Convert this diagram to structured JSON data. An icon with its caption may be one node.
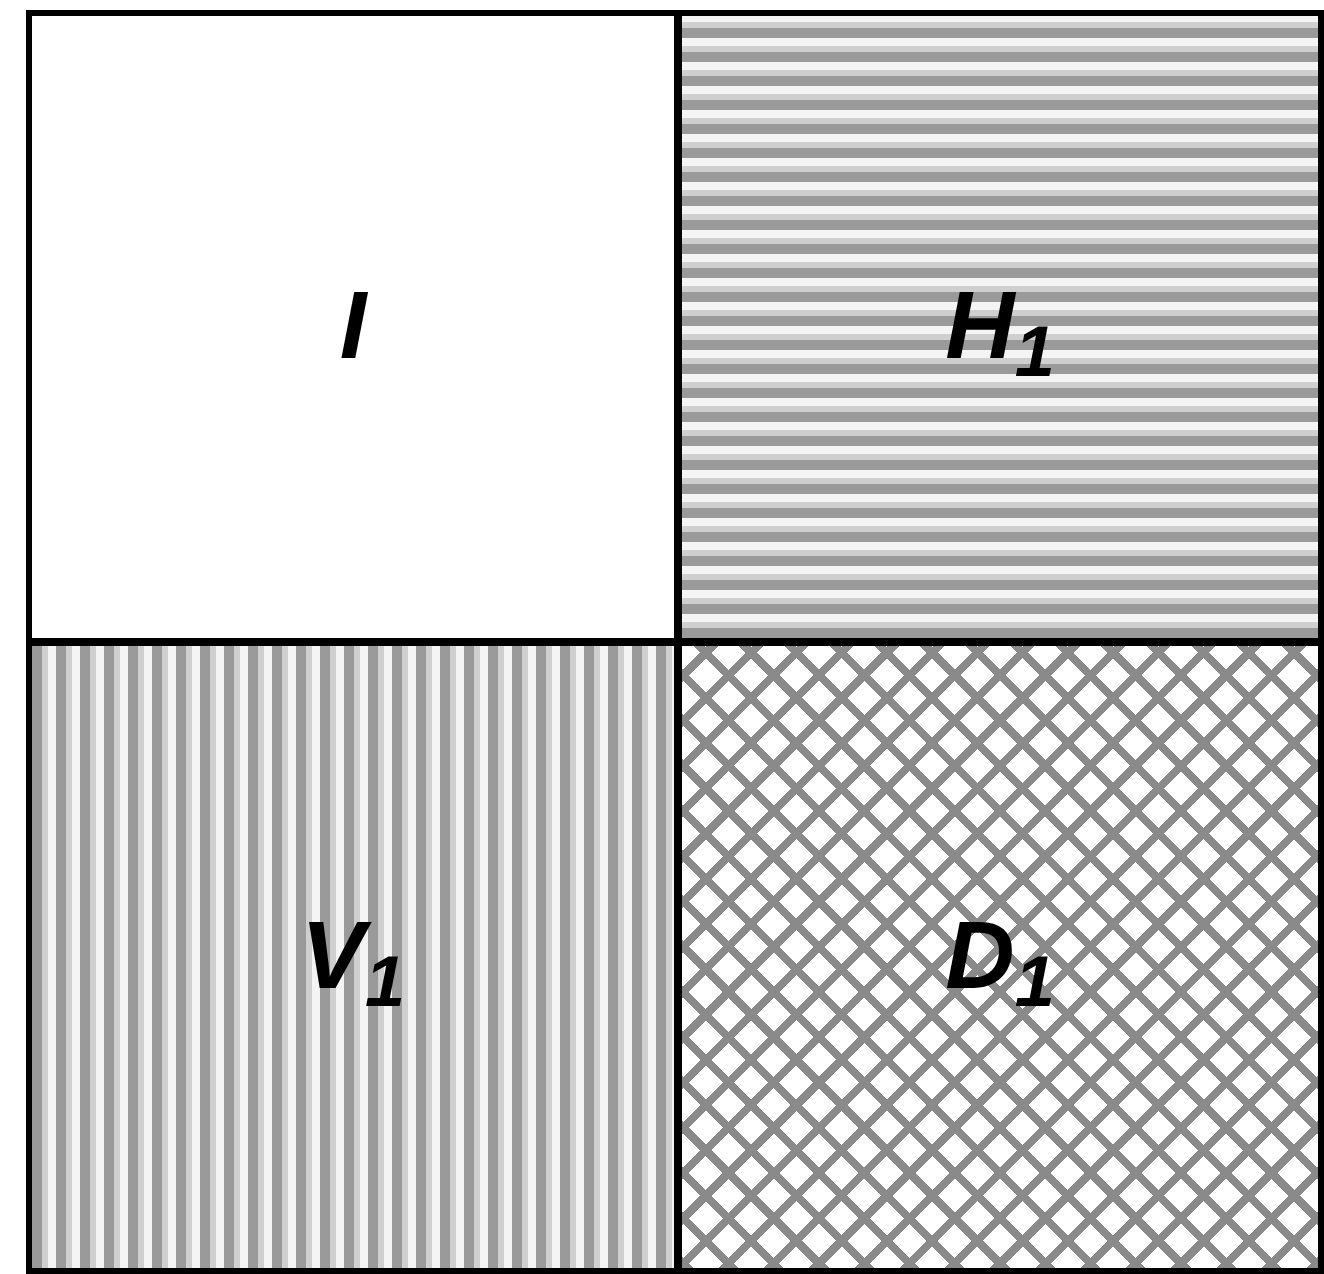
{
  "diagram": {
    "nodes": [
      {
        "text": [
          "I"
        ]
      },
      {
        "text": [
          "H$_{1}$"
        ]
      },
      {
        "text": [
          "V$_{1}$"
        ]
      },
      {
        "text": [
          "D$_{1}$"
        ]
      }
    ]
  }
}
